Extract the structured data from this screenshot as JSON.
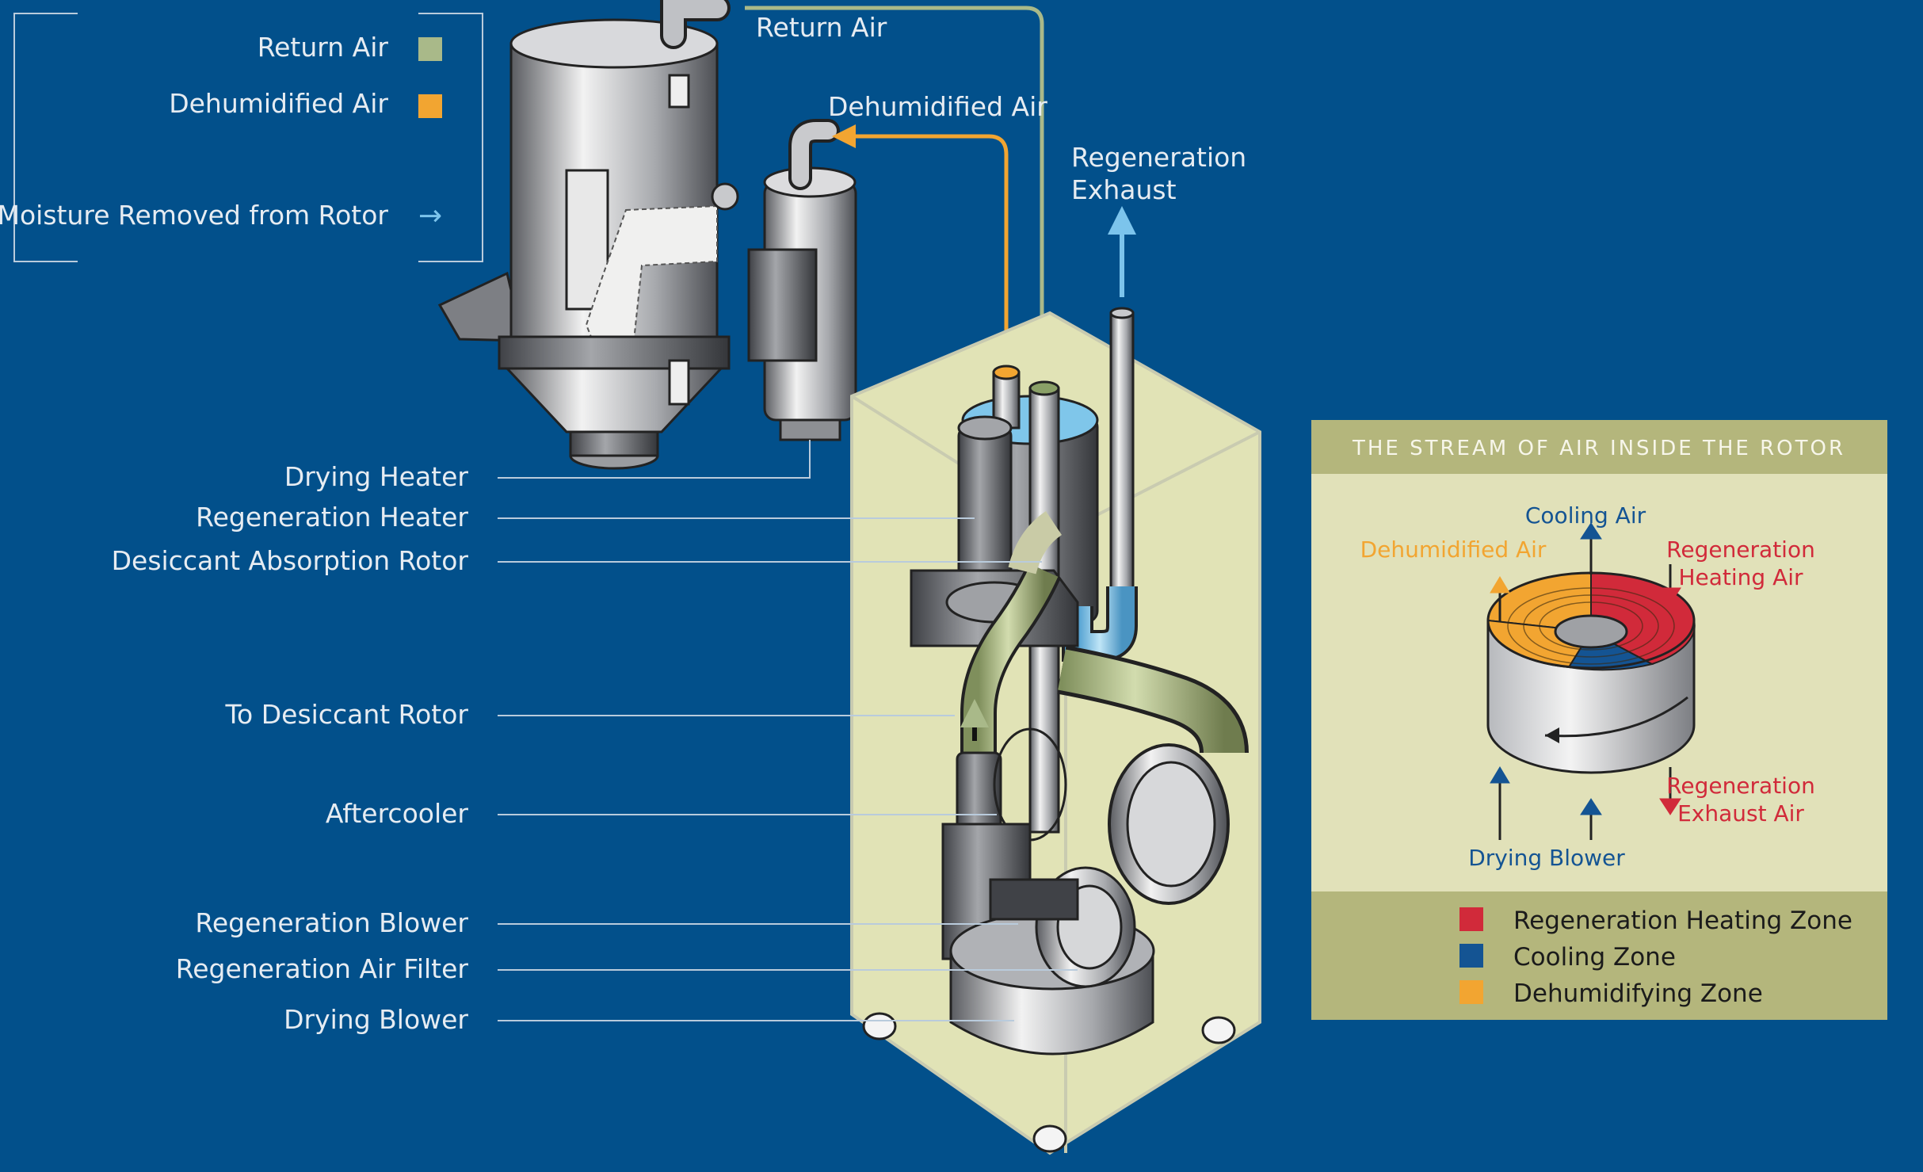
{
  "legend": {
    "return_air": "Return Air",
    "dehumidified_air": "Dehumidified Air",
    "moisture_removed": "Moisture Removed from Rotor",
    "arrow_glyph": "→"
  },
  "flows": {
    "return_air": "Return Air",
    "dehumidified_air": "Dehumidified Air",
    "regeneration_exhaust_line1": "Regeneration",
    "regeneration_exhaust_line2": "Exhaust"
  },
  "components": [
    "Drying Heater",
    "Regeneration Heater",
    "Desiccant Absorption Rotor",
    "To Desiccant Rotor",
    "Aftercooler",
    "Regeneration Blower",
    "Regeneration Air Filter",
    "Drying Blower"
  ],
  "inset": {
    "title": "THE STREAM OF AIR INSIDE THE ROTOR",
    "cooling_air": "Cooling Air",
    "dehumidified_air": "Dehumidified Air",
    "regen_heating_line1": "Regeneration",
    "regen_heating_line2": "Heating Air",
    "regen_exhaust_line1": "Regeneration",
    "regen_exhaust_line2": "Exhaust Air",
    "drying_blower": "Drying Blower",
    "zones": [
      {
        "label": "Regeneration Heating Zone",
        "color": "#d12a3a"
      },
      {
        "label": "Cooling Zone",
        "color": "#145493"
      },
      {
        "label": "Dehumidifying Zone",
        "color": "#f2a531"
      }
    ]
  },
  "colors": {
    "background": "#02508b",
    "return_air": "#a9b989",
    "dehumidified_air": "#f2a531",
    "moisture": "#7cc4ec",
    "cabinet": "#e1e3b6",
    "inset_panel": "#e1e1b9",
    "inset_header": "#b4b67c",
    "cooling": "#145493",
    "regeneration": "#d12a3a"
  }
}
